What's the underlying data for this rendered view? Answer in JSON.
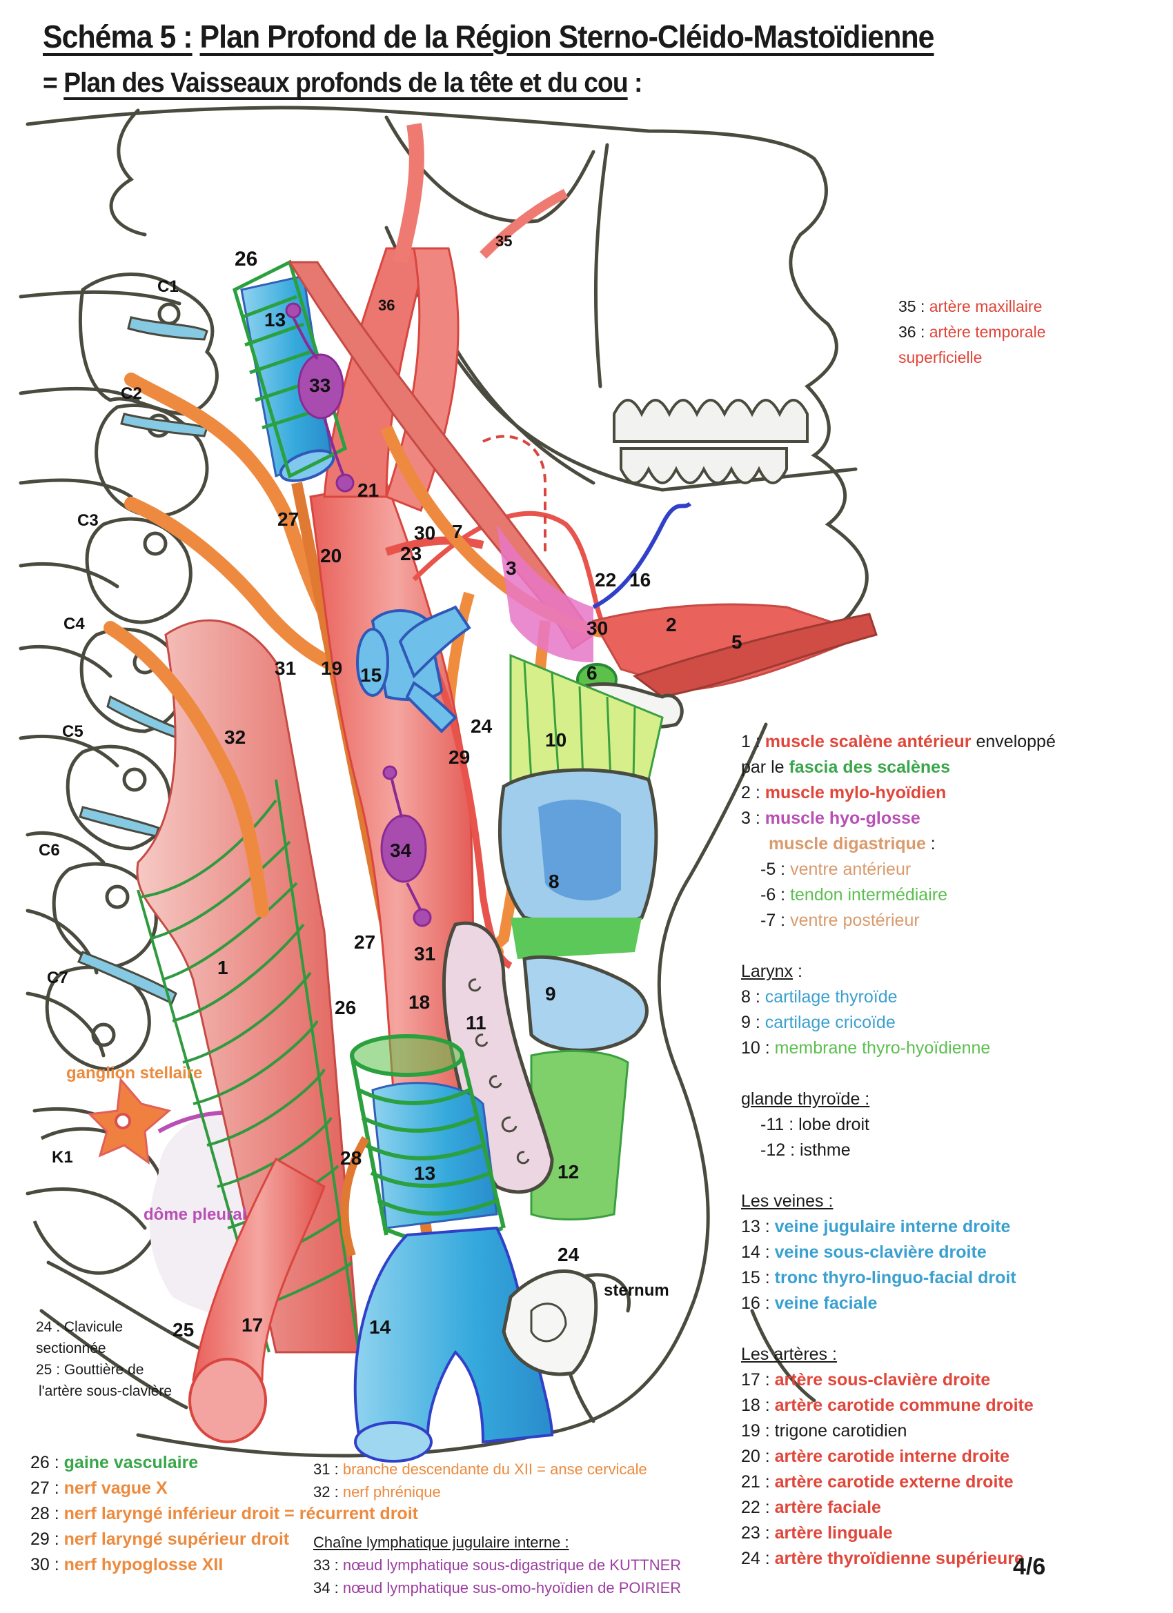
{
  "header": {
    "title_prefix": "Schéma 5 :",
    "title_main": "Plan Profond de la Région Sterno-Cléido-Mastoïdienne",
    "subtitle_prefix": "= ",
    "subtitle_main": "Plan des Vaisseaux profonds de la tête et du cou",
    "subtitle_suffix": " :"
  },
  "colors": {
    "artery": "#e0463a",
    "vein": "#3aa0d0",
    "nerve": "#ec8a3e",
    "sheath": "#3aa64a",
    "lymph": "#9b3fa0",
    "outline": "#4a4a3e"
  },
  "diagram_labels": {
    "n1": "1",
    "n2": "2",
    "n3": "3",
    "n5": "5",
    "n6": "6",
    "n7": "7",
    "n8": "8",
    "n9": "9",
    "n10": "10",
    "n11": "11",
    "n12": "12",
    "n13_top": "13",
    "n13_bottom": "13",
    "n14": "14",
    "n15": "15",
    "n16": "16",
    "n17": "17",
    "n18": "18",
    "n19": "19",
    "n20": "20",
    "n21": "21",
    "n22": "22",
    "n23": "23",
    "n24_artery": "24",
    "n24_clavicle": "24",
    "n25": "25",
    "n26_top": "26",
    "n26_bottom": "26",
    "n27_top": "27",
    "n27_bottom": "27",
    "n28": "28",
    "n29": "29",
    "n30_top": "30",
    "n30_bottom": "30",
    "n31_top": "31",
    "n31_bottom": "31",
    "n32": "32",
    "n33": "33",
    "n34": "34",
    "n35": "35",
    "n36": "36",
    "c1": "C1",
    "c2": "C2",
    "c3": "C3",
    "c4": "C4",
    "c5": "C5",
    "c6": "C6",
    "c7": "C7",
    "k1": "K1",
    "ganglion": "ganglion stellaire",
    "dome": "dôme pleural",
    "sternum": "sternum"
  },
  "side_notes": {
    "n35": "35 :",
    "t35": "artère maxillaire",
    "n36": "36 :",
    "t36a": "artère temporale",
    "t36b": "superficielle",
    "clav1": "24 : Clavicule",
    "clav2": "sectionnée",
    "gout1": "25 : Gouttière de",
    "gout2": "l'artère sous-clavière"
  },
  "legend_right": {
    "l1_num": "1 :",
    "l1_text": "muscle scalène antérieur",
    "l1_tail": " enveloppé",
    "l1b_pre": "par le ",
    "l1b_text": "fascia des scalènes",
    "l2_num": "2 :",
    "l2_text": "muscle mylo-hyoïdien",
    "l3_num": "3 :",
    "l3_text": "muscle hyo-glosse",
    "dig_text": "muscle digastrique",
    "dig_tail": " :",
    "l5_num": "-5 :",
    "l5_text": "ventre antérieur",
    "l6_num": "-6 :",
    "l6_text": "tendon intermédiaire",
    "l7_num": "-7 :",
    "l7_text": "ventre postérieur",
    "larynx_h": "Larynx",
    "larynx_tail": " :",
    "l8_num": "8 :",
    "l8_text": "cartilage thyroïde",
    "l9_num": "9 :",
    "l9_text": "cartilage cricoïde",
    "l10_num": "10 :",
    "l10_text": "membrane thyro-hyoïdienne",
    "thyroid_h": "glande thyroïde :",
    "l11": "-11 : lobe droit",
    "l12": "-12 : isthme",
    "veins_h": "Les veines :",
    "l13_num": "13 :",
    "l13_text": "veine jugulaire interne droite",
    "l14_num": "14 :",
    "l14_text": "veine sous-clavière droite",
    "l15_num": "15 :",
    "l15_text": "tronc thyro-linguo-facial droit",
    "l16_num": "16 :",
    "l16_text": "veine faciale",
    "arteries_h": "Les artères :",
    "l17_num": "17 :",
    "l17_text": "artère sous-clavière droite",
    "l18_num": "18 :",
    "l18_text": "artère carotide commune droite",
    "l19": "19 : trigone carotidien",
    "l20_num": "20 :",
    "l20_text": "artère carotide interne droite",
    "l21_num": "21 :",
    "l21_text": "artère carotide externe droite",
    "l22_num": "22 :",
    "l22_text": "artère faciale",
    "l23_num": "23 :",
    "l23_text": "artère linguale",
    "l24_num": "24 :",
    "l24_text": "artère thyroïdienne supérieure"
  },
  "legend_bottom_left": {
    "l26_num": "26 :",
    "l26_text": "gaine vasculaire",
    "l27_num": "27 :",
    "l27_text": "nerf vague X",
    "l28_num": "28 :",
    "l28_text": "nerf laryngé inférieur droit = récurrent droit",
    "l29_num": "29 :",
    "l29_text": "nerf laryngé supérieur droit",
    "l30_num": "30 :",
    "l30_text": "nerf hypoglosse XII"
  },
  "legend_bottom_mid": {
    "l31_num": "31 :",
    "l31_text": "branche descendante du XII = anse cervicale",
    "l32_num": "32 :",
    "l32_text": "nerf phrénique",
    "lymph_h": "Chaîne lymphatique jugulaire interne :",
    "l33_num": "33 :",
    "l33_text": "nœud lymphatique sous-digastrique de KUTTNER",
    "l34_num": "34 :",
    "l34_text": "nœud lymphatique sus-omo-hyoïdien de POIRIER"
  },
  "page_number": "4/6"
}
